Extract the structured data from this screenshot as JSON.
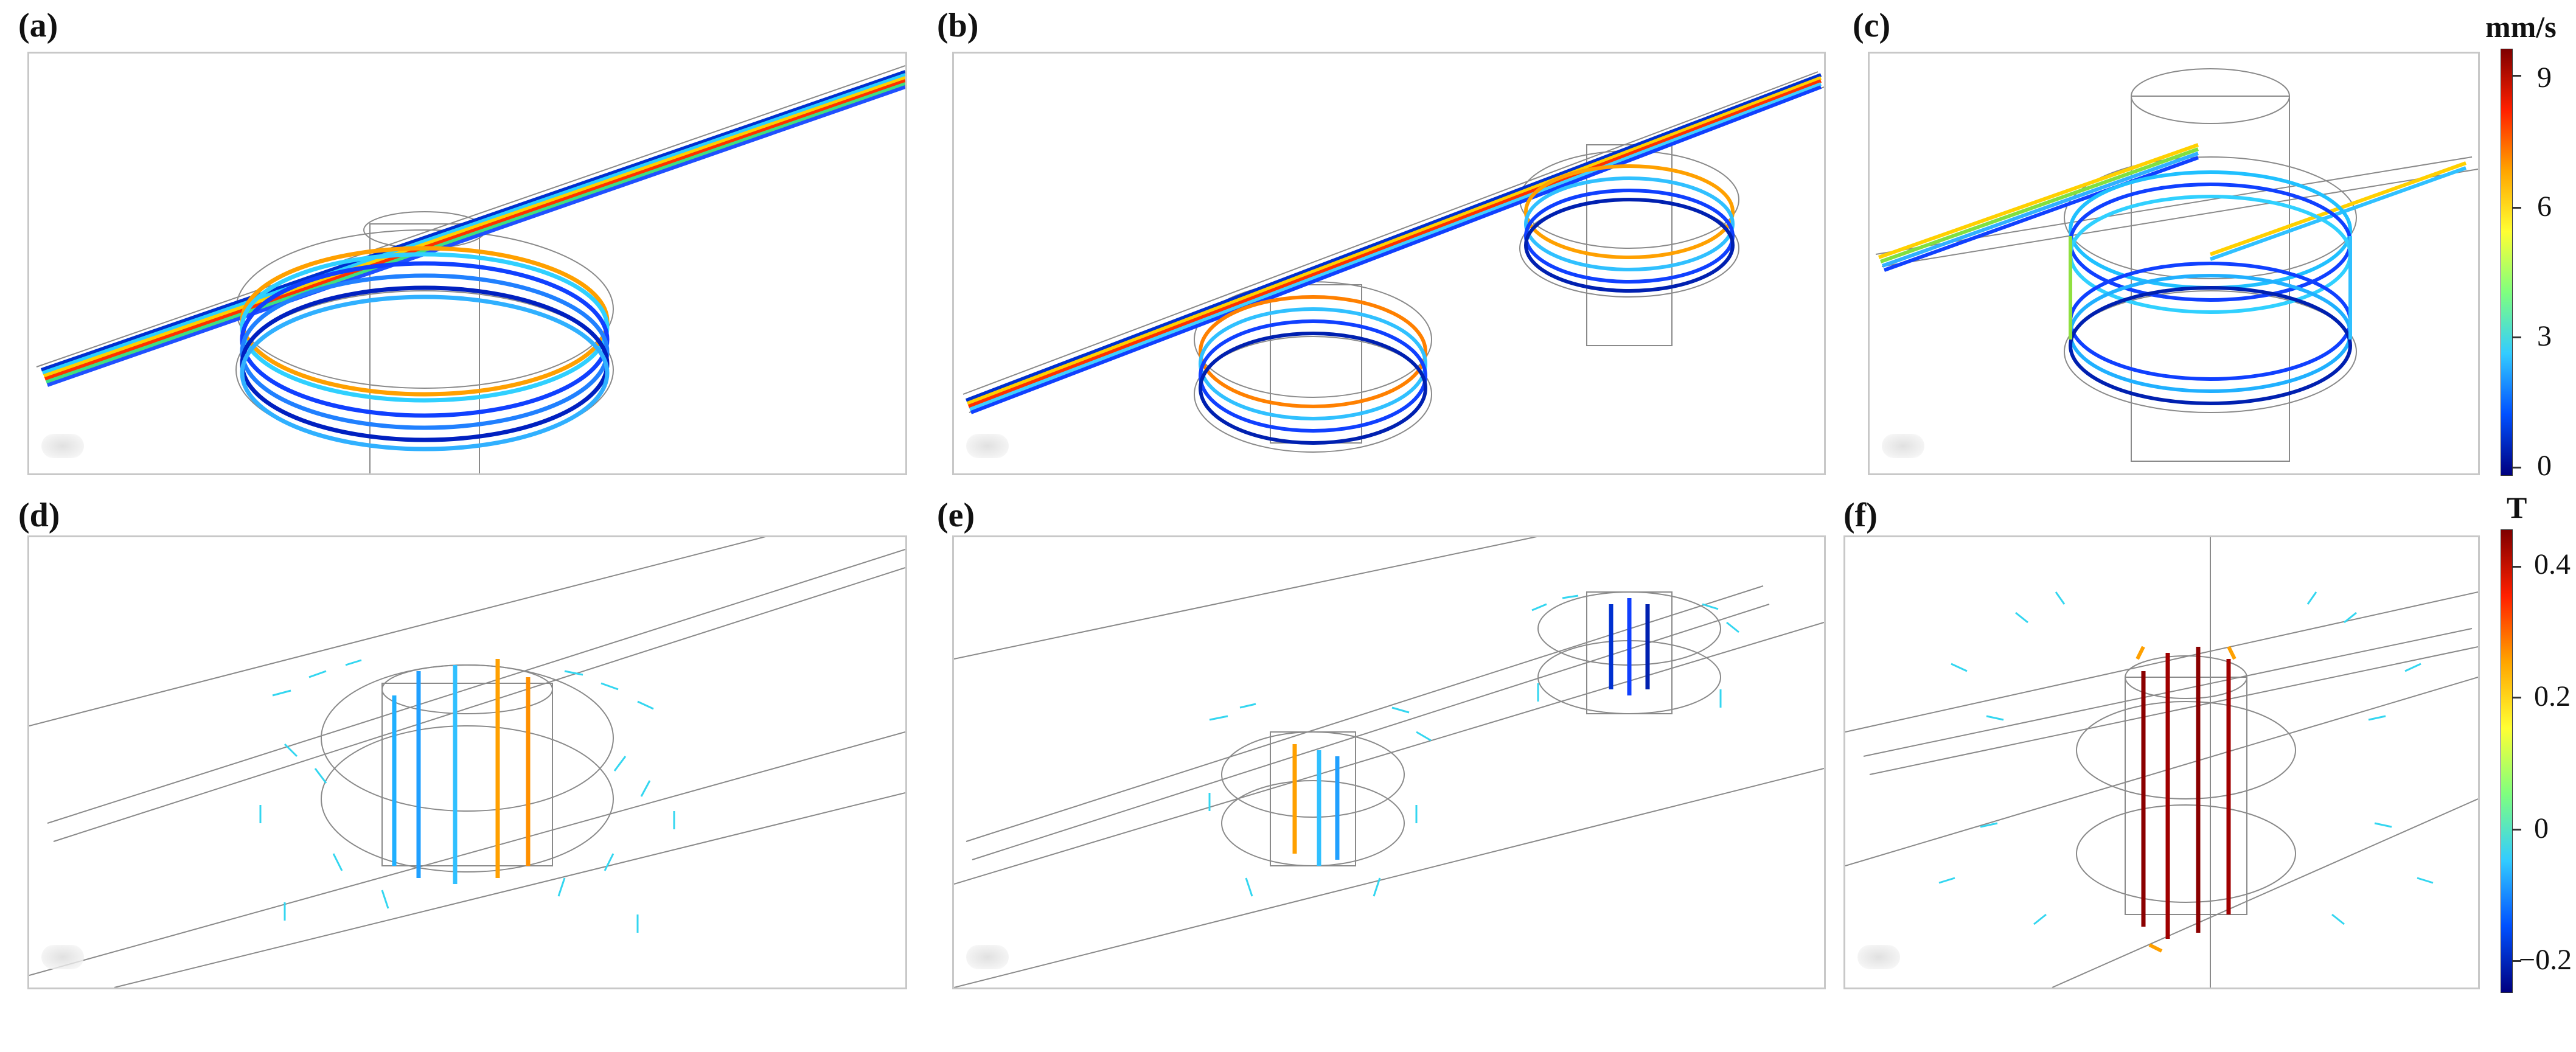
{
  "panels": {
    "a": {
      "label": "(a)"
    },
    "b": {
      "label": "(b)"
    },
    "c": {
      "label": "(c)"
    },
    "d": {
      "label": "(d)"
    },
    "e": {
      "label": "(e)"
    },
    "f": {
      "label": "(f)"
    }
  },
  "velocity_colorbar": {
    "unit": "mm/s",
    "ticks": [
      "9",
      "6",
      "3",
      "0"
    ],
    "colors": [
      "#7f0000",
      "#ff2000",
      "#ffa500",
      "#ffff33",
      "#7fff7f",
      "#33ccff",
      "#0050ff",
      "#00007f"
    ]
  },
  "field_colorbar": {
    "unit": "T",
    "ticks": [
      "0.4",
      "0.2",
      "0",
      "−0.2"
    ],
    "colors": [
      "#7f0000",
      "#ff2000",
      "#ffa500",
      "#ffff33",
      "#7fff7f",
      "#33ccff",
      "#0050ff",
      "#00007f"
    ]
  },
  "colors": {
    "wire": "#8a8a8a",
    "cyan_arrow": "#33d6f0",
    "panel_border": "#c8c8c8"
  }
}
